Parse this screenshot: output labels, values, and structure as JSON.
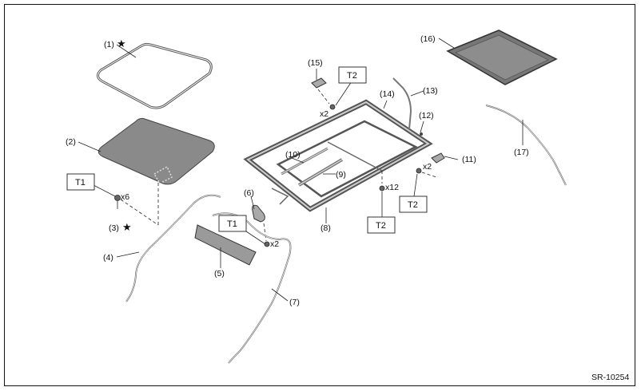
{
  "callouts": {
    "c1": "(1)",
    "c2": "(2)",
    "c3": "(3)",
    "c4": "(4)",
    "c5": "(5)",
    "c6": "(6)",
    "c7": "(7)",
    "c8": "(8)",
    "c9": "(9)",
    "c10": "(10)",
    "c11": "(11)",
    "c12": "(12)",
    "c13": "(13)",
    "c14": "(14)",
    "c15": "(15)",
    "c16": "(16)",
    "c17": "(17)"
  },
  "star": "★",
  "torque": {
    "t1_a": "T1",
    "t1_b": "T1",
    "t2_a": "T2",
    "t2_b": "T2",
    "t2_c": "T2"
  },
  "quantities": {
    "q_x6": "x6",
    "q_x2_a": "x2",
    "q_x2_b": "x2",
    "q_x2_c": "x2",
    "q_x12": "x12"
  },
  "reference": "SR-10254"
}
